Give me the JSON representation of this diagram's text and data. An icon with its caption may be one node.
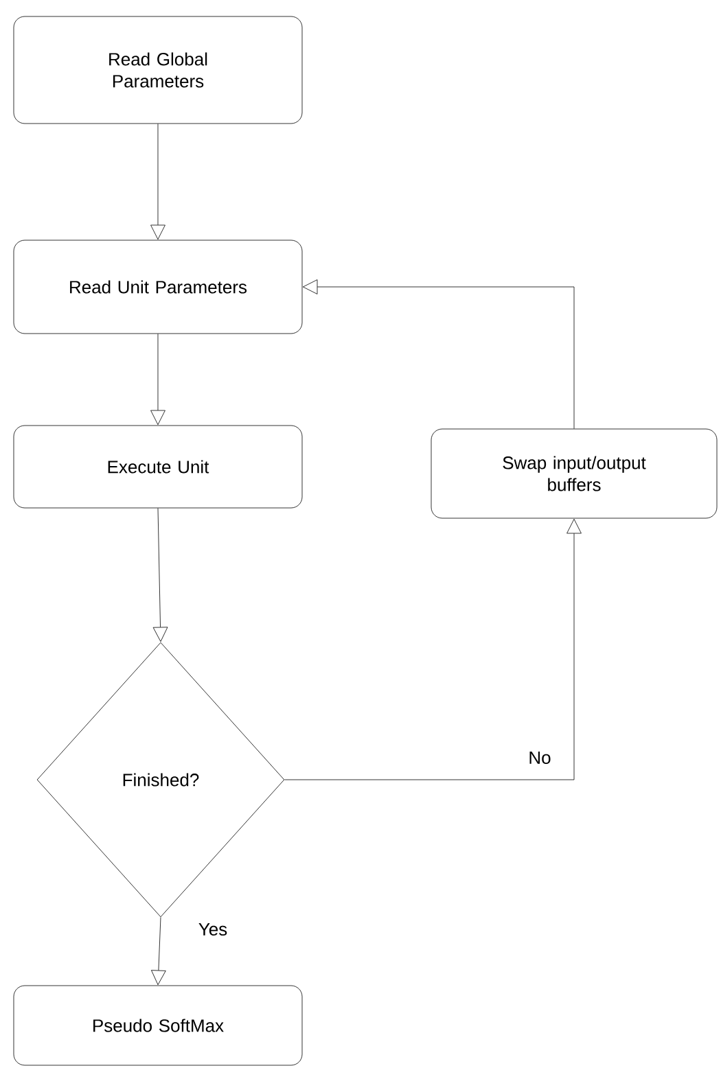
{
  "diagram": {
    "nodes": [
      {
        "text": [
          "Read Global Parameters"
        ]
      },
      {
        "text": [
          "Read Unit Parameters"
        ]
      },
      {
        "text": [
          "Execute Unit"
        ]
      },
      {
        "text": [
          "Finished?"
        ]
      },
      {
        "text": [
          "Swap input/output buffers"
        ]
      },
      {
        "text": [
          "Pseudo SoftMax"
        ]
      }
    ],
    "edges": [
      {
        "from": 0,
        "to": 1,
        "arrow": "to"
      },
      {
        "from": 1,
        "to": 2,
        "arrow": "to"
      },
      {
        "from": 2,
        "to": 3,
        "arrow": "to"
      },
      {
        "from": 3,
        "to": 5,
        "arrow": "to",
        "label": "Yes"
      },
      {
        "from": 3,
        "to": 4,
        "arrow": "to",
        "label": "No"
      },
      {
        "from": 4,
        "to": 1,
        "arrow": "to"
      }
    ]
  }
}
